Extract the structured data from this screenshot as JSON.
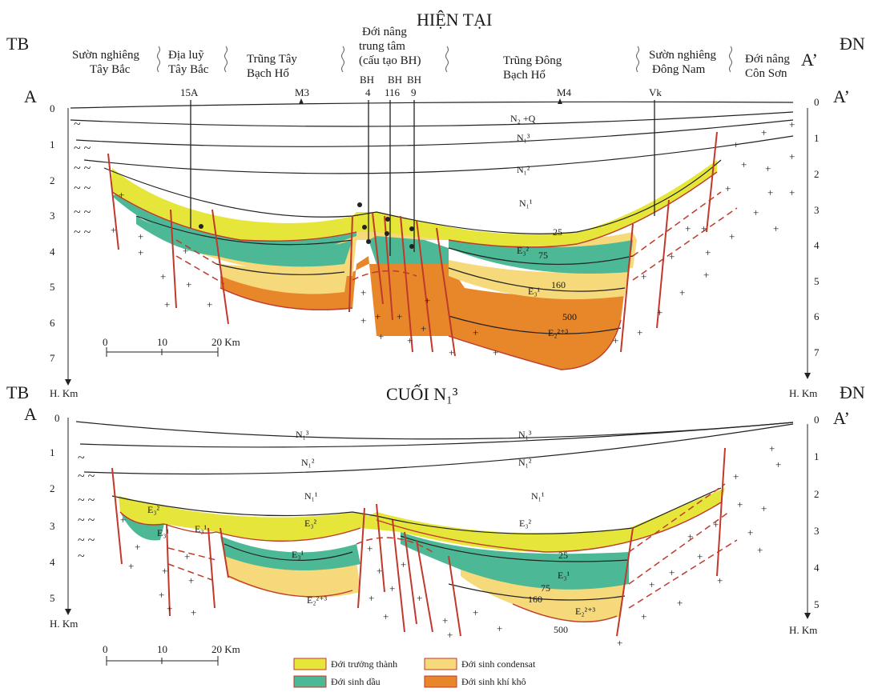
{
  "top_section": {
    "title": "HIỆN TẠI",
    "left_dir": "TB",
    "right_dir": "ĐN",
    "left_point": "A",
    "right_point": "A’",
    "axis_unit": "H. Km",
    "depth_ticks": [
      "0",
      "1",
      "2",
      "3",
      "4",
      "5",
      "6",
      "7"
    ],
    "zones": [
      {
        "line1": "Sườn nghiêng",
        "line2": "Tây Bắc"
      },
      {
        "line1": "Địa luỹ",
        "line2": "Tây Bắc"
      },
      {
        "line1": "Trũng Tây",
        "line2": "Bạch Hổ"
      },
      {
        "line1": "Đới nâng",
        "line2": "trung tâm",
        "line3": "(cấu tạo BH)"
      },
      {
        "line1": "Trũng Đông",
        "line2": "Bạch Hổ"
      },
      {
        "line1": "Sườn nghiêng",
        "line2": "Đông Nam"
      },
      {
        "line1": "Đới nâng",
        "line2": "Côn Sơn"
      }
    ],
    "wells": [
      {
        "top": "",
        "bottom": "15A"
      },
      {
        "top": "",
        "bottom": "M3"
      },
      {
        "top": "BH",
        "bottom": "4"
      },
      {
        "top": "BH",
        "bottom": "116"
      },
      {
        "top": "BH",
        "bottom": "9"
      },
      {
        "top": "",
        "bottom": "M4"
      },
      {
        "top": "",
        "bottom": "Vk"
      }
    ],
    "layers": {
      "n2q": "N₂ +Q",
      "n13": "N₁³",
      "n12": "N₁²",
      "n11": "N₁¹",
      "e32": "E₃²",
      "e31": "E₃¹",
      "e23": "E₂²⁺³"
    },
    "isolines": [
      "25",
      "75",
      "160",
      "500"
    ],
    "scale": {
      "start": "0",
      "mid": "10",
      "end": "20 Km"
    }
  },
  "bottom_section": {
    "title": "CUỐI N₁³",
    "left_dir": "TB",
    "right_dir": "ĐN",
    "left_point": "A",
    "right_point": "A’",
    "axis_unit": "H. Km",
    "depth_ticks": [
      "0",
      "1",
      "2",
      "3",
      "4",
      "5"
    ],
    "layers": {
      "n13a": "N₁³",
      "n13b": "N₁³",
      "n12a": "N₁²",
      "n12b": "N₁²",
      "n11a": "N₁¹",
      "n11b": "N₁¹",
      "e32a": "E₃²",
      "e32b": "E₃²",
      "e32c": "E₃²",
      "e31a": "E₃¹",
      "e31b": "E₃¹",
      "e31c": "E₃¹",
      "e31d": "E₃¹",
      "e23a": "E₂²⁺³",
      "e23b": "E₂²⁺³"
    },
    "isolines": [
      "25",
      "75",
      "160",
      "500"
    ],
    "scale": {
      "start": "0",
      "mid": "10",
      "end": "20 Km"
    }
  },
  "legend": [
    {
      "label": "Đới trưởng thành",
      "color": "#e6e63a"
    },
    {
      "label": "Đới sinh condensat",
      "color": "#f5d97a"
    },
    {
      "label": "Đới sinh dầu",
      "color": "#4db895"
    },
    {
      "label": "Đới sinh khí khô",
      "color": "#e8862a"
    }
  ],
  "colors": {
    "mature": "#e6e63a",
    "condensate": "#f5d97a",
    "oil": "#4db895",
    "drygas": "#e8862a",
    "fault": "#c0392b"
  }
}
